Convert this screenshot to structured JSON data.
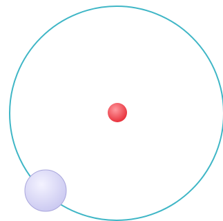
{
  "diagram": {
    "elements": [
      "orbit-path",
      "central-body",
      "orbiting-body"
    ],
    "colors": {
      "background": "#ffffff",
      "orbit": "#3fb6c6",
      "central_body": "#e8323c",
      "central_body_highlight": "#ff9aa0",
      "orbiting_body": "#c9c7f0",
      "orbiting_body_highlight": "#f4f3ff",
      "orbiting_body_edge": "#a9a6dc"
    }
  }
}
